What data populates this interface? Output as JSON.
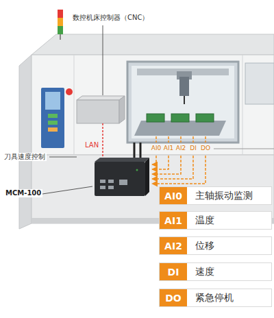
{
  "diagram": {
    "nodes": [
      {
        "text": [
          "主轴振动监测"
        ]
      },
      {
        "text": [
          "AI0"
        ],
        "in": 0
      },
      {
        "text": [
          "温度"
        ]
      },
      {
        "text": [
          "AI1"
        ],
        "in": 2
      },
      {
        "text": [
          "位移"
        ]
      },
      {
        "text": [
          "AI2"
        ],
        "in": 4
      },
      {
        "text": [
          "速度"
        ]
      },
      {
        "text": [
          "DI"
        ],
        "in": 6
      },
      {
        "text": [
          "紧急停机"
        ]
      },
      {
        "text": [
          "DO"
        ],
        "in": 8
      }
    ],
    "labels": [
      "数控机床控制器（CNC）",
      "刀具速度控制",
      "LAN",
      "AI0",
      "AI1",
      "AI2",
      "DI",
      "DO",
      "MCM-100"
    ]
  }
}
